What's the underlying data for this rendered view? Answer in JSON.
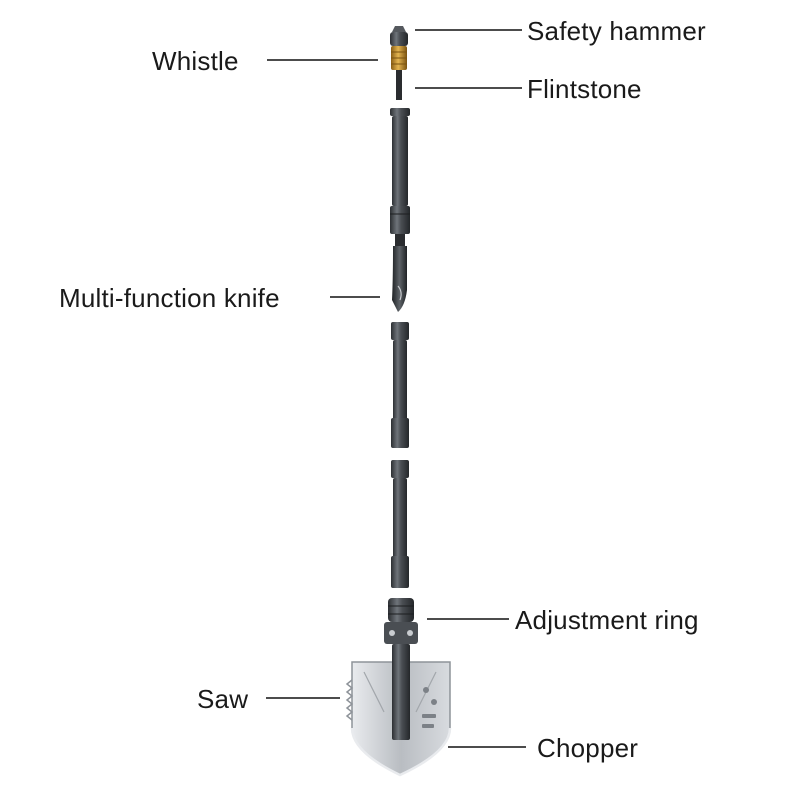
{
  "diagram": {
    "parts": [
      {
        "id": "safety-hammer",
        "label": "Safety hammer"
      },
      {
        "id": "whistle",
        "label": "Whistle"
      },
      {
        "id": "flintstone",
        "label": "Flintstone"
      },
      {
        "id": "multi-function-knife",
        "label": "Multi-function knife"
      },
      {
        "id": "adjustment-ring",
        "label": "Adjustment ring"
      },
      {
        "id": "saw",
        "label": "Saw"
      },
      {
        "id": "chopper",
        "label": "Chopper"
      }
    ]
  },
  "colors": {
    "metal_dark": "#3a3d41",
    "metal_mid": "#6d7177",
    "metal_light": "#c9ccd0",
    "brass": "#c8922e",
    "leader_line": "#111111",
    "label_text": "#1a1a1a",
    "background": "#ffffff"
  }
}
